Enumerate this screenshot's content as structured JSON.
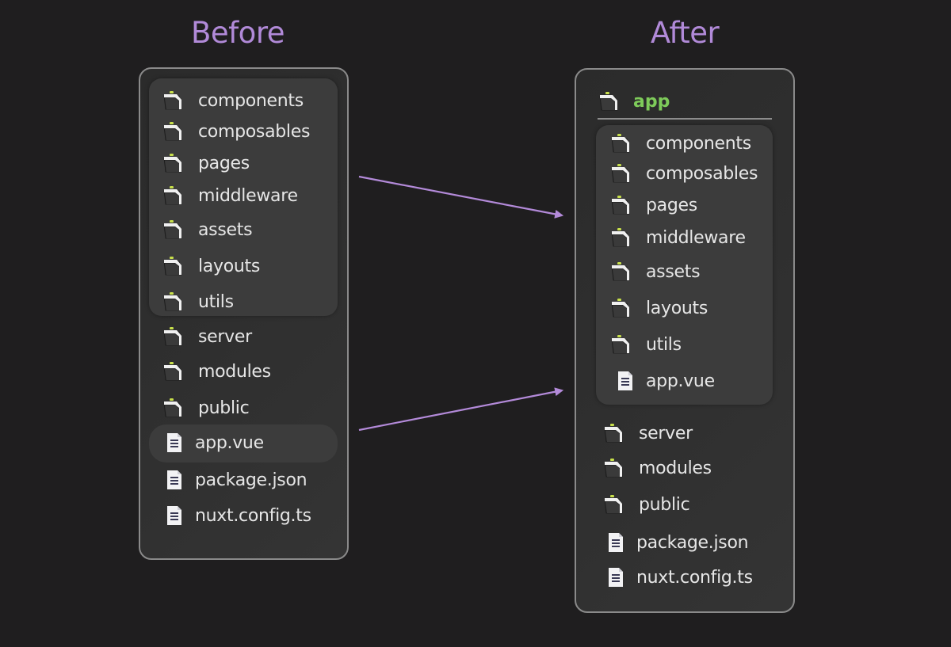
{
  "titles": {
    "before": "Before",
    "after": "After"
  },
  "colors": {
    "background": "#1f1e1f",
    "title": "#b18ad8",
    "arrow": "#b38ad9",
    "app_folder_label": "#7ecb5a",
    "text": "#e6e6e6",
    "panel_border": "#8a8a8a",
    "group_bg": "#3c3c3c"
  },
  "before": {
    "grouped_folders": [
      {
        "name": "components",
        "icon": "folder-icon"
      },
      {
        "name": "composables",
        "icon": "folder-icon"
      },
      {
        "name": "pages",
        "icon": "folder-icon"
      },
      {
        "name": "middleware",
        "icon": "folder-icon"
      },
      {
        "name": "assets",
        "icon": "folder-icon"
      },
      {
        "name": "layouts",
        "icon": "folder-icon"
      },
      {
        "name": "utils",
        "icon": "folder-icon"
      }
    ],
    "other_folders": [
      {
        "name": "server",
        "icon": "folder-icon"
      },
      {
        "name": "modules",
        "icon": "folder-icon"
      },
      {
        "name": "public",
        "icon": "folder-icon"
      }
    ],
    "files": [
      {
        "name": "app.vue",
        "icon": "file-icon",
        "highlighted": true
      },
      {
        "name": "package.json",
        "icon": "file-icon"
      },
      {
        "name": "nuxt.config.ts",
        "icon": "file-icon"
      }
    ]
  },
  "after": {
    "app_folder": {
      "name": "app",
      "icon": "folder-icon",
      "children": [
        {
          "name": "components",
          "icon": "folder-icon"
        },
        {
          "name": "composables",
          "icon": "folder-icon"
        },
        {
          "name": "pages",
          "icon": "folder-icon"
        },
        {
          "name": "middleware",
          "icon": "folder-icon"
        },
        {
          "name": "assets",
          "icon": "folder-icon"
        },
        {
          "name": "layouts",
          "icon": "folder-icon"
        },
        {
          "name": "utils",
          "icon": "folder-icon"
        },
        {
          "name": "app.vue",
          "icon": "file-icon"
        }
      ]
    },
    "other_folders": [
      {
        "name": "server",
        "icon": "folder-icon"
      },
      {
        "name": "modules",
        "icon": "folder-icon"
      },
      {
        "name": "public",
        "icon": "folder-icon"
      }
    ],
    "files": [
      {
        "name": "package.json",
        "icon": "file-icon"
      },
      {
        "name": "nuxt.config.ts",
        "icon": "file-icon"
      }
    ]
  },
  "arrows": [
    {
      "from": "before grouped folders",
      "to": "after app folder contents"
    },
    {
      "from": "before app.vue",
      "to": "after app/app.vue"
    }
  ]
}
